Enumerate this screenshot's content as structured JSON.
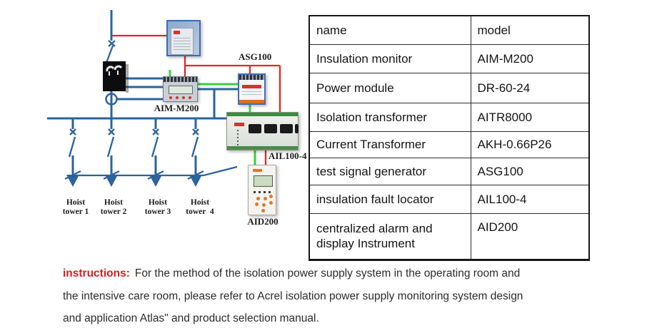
{
  "theme": {
    "wire_blue": "#2b639c",
    "wire_red": "#e32726",
    "wire_green": "#35d23a",
    "accent_red": "#e01b1b"
  },
  "diagram": {
    "labels": {
      "asg100": "ASG100",
      "aim_m200": "AIM-M200",
      "ail100_4": "AIL100-4",
      "aid200": "AID200"
    },
    "towers": [
      {
        "line1": "Hoist",
        "line2": "tower 1"
      },
      {
        "line1": "Hoist",
        "line2": "tower 2"
      },
      {
        "line1": "Hoist",
        "line2": "tower 3"
      },
      {
        "line1": "Hoist",
        "line2": "tower  4"
      }
    ]
  },
  "table": {
    "header": {
      "name": "name",
      "model": "model"
    },
    "rows": [
      {
        "name": "Insulation monitor",
        "model": "AIM-M200"
      },
      {
        "name": "Power module",
        "model": "DR-60-24"
      },
      {
        "name": "Isolation transformer",
        "model": "AITR8000"
      },
      {
        "name": "Current Transformer",
        "model": "AKH-0.66P26"
      },
      {
        "name": "test signal generator",
        "model": "ASG100"
      },
      {
        "name": "insulation fault locator",
        "model": "AIL100-4"
      },
      {
        "name": "centralized alarm and display Instrument",
        "model": "AID200"
      }
    ]
  },
  "instructions": {
    "label": "instructions:",
    "lines": [
      "For the method of the isolation power supply system in the operating room and",
      "the intensive care room, please refer to Acrel isolation power supply monitoring system design",
      "and application Atlas\" and product selection manual."
    ]
  }
}
